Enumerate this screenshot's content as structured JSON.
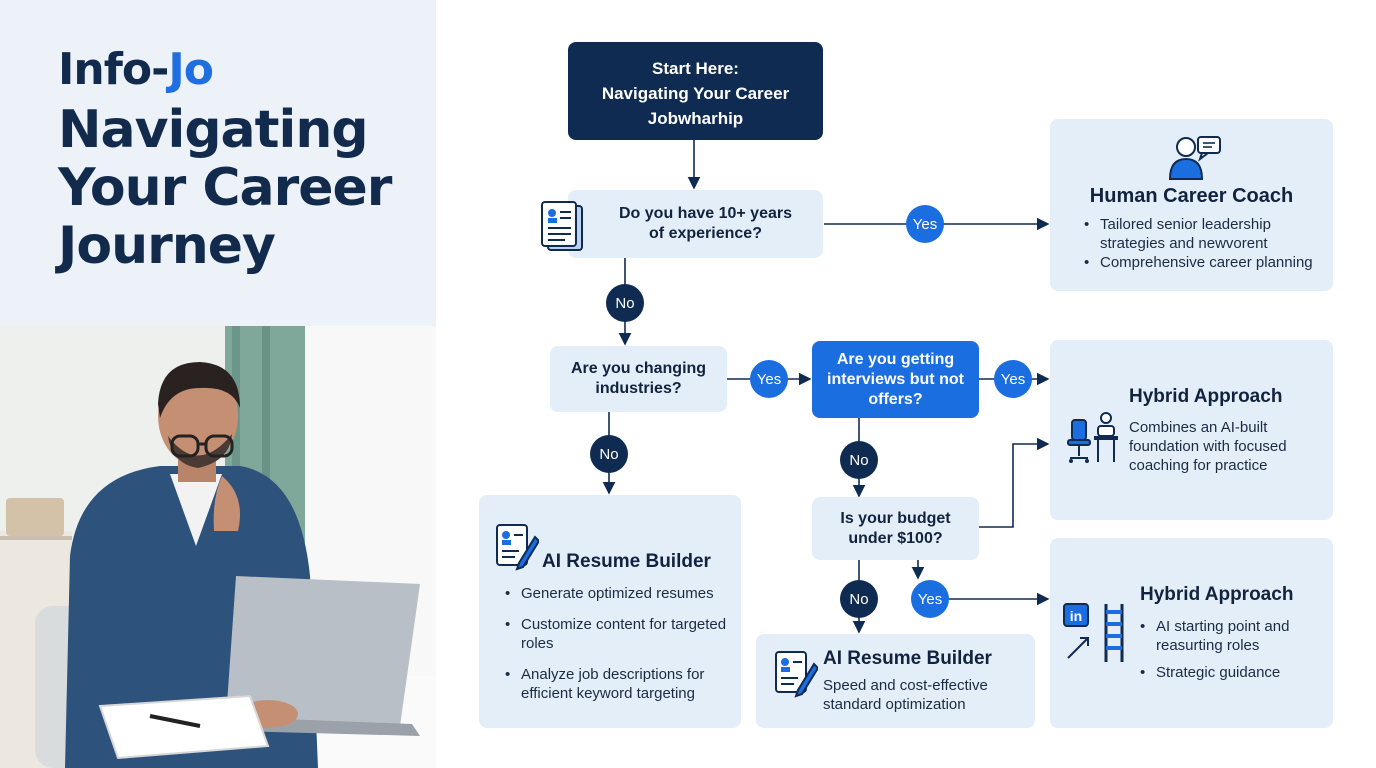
{
  "header": {
    "brand_prefix": "Info-",
    "brand_suffix": "Jo",
    "title_line1": "Navigating",
    "title_line2": "Your Career",
    "title_line3": "Journey"
  },
  "flow": {
    "start": {
      "line1": "Start Here:",
      "line2": "Navigating Your Career",
      "line3": "Jobwharhip"
    },
    "q1": {
      "line1": "Do you have 10+ years",
      "line2": "of experience?"
    },
    "q2": {
      "line1": "Are you changing",
      "line2": "industries?"
    },
    "q3": {
      "line1": "Are you getting",
      "line2": "interviews but not",
      "line3": "offers?"
    },
    "q4": {
      "line1": "Is your budget",
      "line2": "under $100?"
    },
    "labels": {
      "yes_q1": "Yes",
      "no_q1": "No",
      "yes_q2": "Yes",
      "no_q2": "No",
      "yes_q3": "Yes",
      "no_q3": "No",
      "no_q4": "No",
      "yes_q4": "Yes"
    }
  },
  "cards": {
    "coach": {
      "title": "Human Career Coach",
      "items": [
        "Tailored senior leadership strategies and newvorent",
        "Comprehensive career planning"
      ]
    },
    "hybrid1": {
      "title": "Hybrid Approach",
      "body": "Combines an AI-built foundation with focused coaching for practice"
    },
    "resume_main": {
      "title": "AI Resume Builder",
      "items": [
        "Generate optimized resumes",
        "Customize content for targeted roles",
        "Analyze job descriptions for efficient keyword targeting"
      ]
    },
    "resume_small": {
      "title": "AI Resume Builder",
      "body": "Speed and cost-effective standard optimization"
    },
    "hybrid2": {
      "title": "Hybrid Approach",
      "items": [
        "AI starting point and reasurting roles",
        "Strategic guidance"
      ],
      "icon_text": "in"
    }
  },
  "colors": {
    "navy": "#0f2b52",
    "accent_blue": "#1b6ee0",
    "card_bg": "#e4eef8",
    "title_bg": "#edf2f8"
  },
  "icons": [
    "resume-document-icon",
    "coach-chat-icon",
    "desk-chair-icon",
    "linkedin-ladder-icon",
    "resume-pencil-icon"
  ]
}
